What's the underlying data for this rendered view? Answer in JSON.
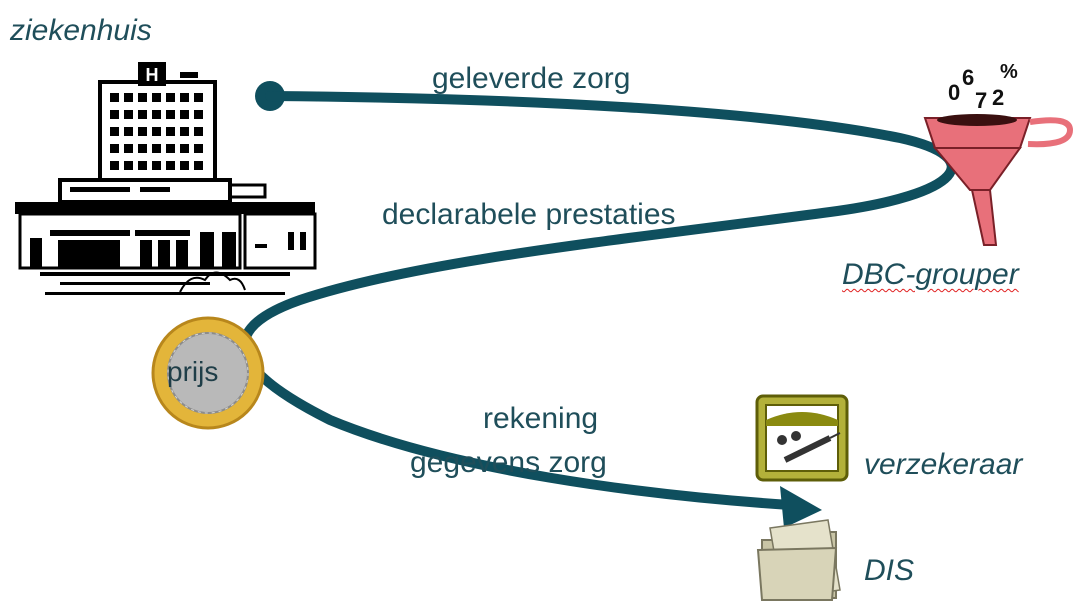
{
  "labels": {
    "hospital": "ziekenhuis",
    "delivered_care": "geleverde zorg",
    "claimable_services": "declarabele prestaties",
    "grouper": "DBC-grouper",
    "price": "prijs",
    "invoice": "rekening",
    "care_data": "gegevens zorg",
    "insurer": "verzekeraar",
    "dis": "DIS"
  },
  "icons": {
    "hospital": "hospital-building-icon",
    "grouper": "funnel-grouper-icon",
    "coin": "euro-coin-icon",
    "insurer": "insurer-medical-icon",
    "dis": "folder-icon"
  },
  "funnel_digits": "0 6 7 2 %",
  "colors": {
    "flow": "#0f4f5e",
    "text": "#1f4e5a",
    "funnel": "#e8707a",
    "coin_gold": "#e3b53a",
    "coin_silver": "#b9b9b9",
    "insurer_frame": "#8a8a10",
    "folder": "#c9c5a6",
    "spellcheck": "#e02020"
  }
}
